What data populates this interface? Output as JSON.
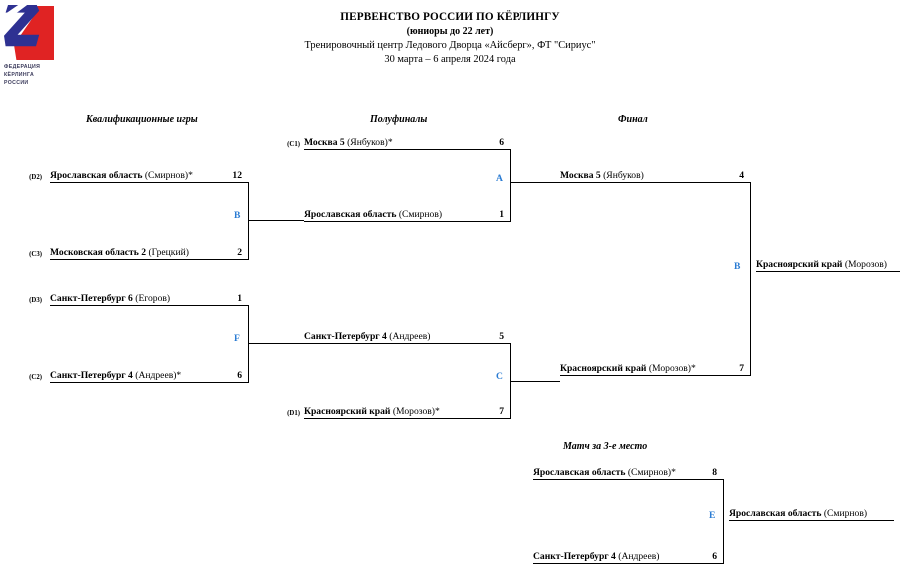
{
  "logo": {
    "line1": "ФЕДЕРАЦИЯ",
    "line2": "КЁРЛИНГА",
    "line3": "РОССИИ",
    "colors": {
      "blue": "#2e3192",
      "red": "#e02323"
    }
  },
  "header": {
    "title": "ПЕРВЕНСТВО РОССИИ ПО КЁРЛИНГУ",
    "subtitle": "(юниоры до 22 лет)",
    "venue": "Тренировочный центр Ледового Дворца «Айсберг», ФТ \"Сириус\"",
    "dates": "30 марта – 6 апреля 2024 года"
  },
  "rounds": {
    "qualification": "Квалификационные игры",
    "semifinals": "Полуфиналы",
    "final": "Финал",
    "third_place": "Матч за 3-е место"
  },
  "accent_color": "#2b7cd3",
  "matches": {
    "B": {
      "letter": "B",
      "top": {
        "seed": "(D2)",
        "team": "Ярославская область",
        "skip": "(Смирнов)*",
        "score": "12"
      },
      "bottom": {
        "seed": "(C3)",
        "team": "Московская область 2",
        "skip": "(Грецкий)",
        "score": "2"
      }
    },
    "F": {
      "letter": "F",
      "top": {
        "seed": "(D3)",
        "team": "Санкт-Петербург 6",
        "skip": "(Егоров)",
        "score": "1"
      },
      "bottom": {
        "seed": "(C2)",
        "team": "Санкт-Петербург 4",
        "skip": "(Андреев)*",
        "score": "6"
      }
    },
    "A": {
      "letter": "A",
      "top": {
        "seed": "(C1)",
        "team": "Москва 5",
        "skip": "(Янбуков)*",
        "score": "6"
      },
      "bottom": {
        "seed": "",
        "team": "Ярославская область",
        "skip": "(Смирнов)",
        "score": "1"
      }
    },
    "C": {
      "letter": "C",
      "top": {
        "seed": "",
        "team": "Санкт-Петербург 4",
        "skip": "(Андреев)",
        "score": "5"
      },
      "bottom": {
        "seed": "(D1)",
        "team": "Красноярский край",
        "skip": "(Морозов)*",
        "score": "7"
      }
    },
    "D": {
      "letter": "B",
      "top": {
        "seed": "",
        "team": "Москва 5",
        "skip": "(Янбуков)",
        "score": "4"
      },
      "bottom": {
        "seed": "",
        "team": "Красноярский край",
        "skip": "(Морозов)*",
        "score": "7"
      },
      "winner": {
        "team": "Красноярский край",
        "skip": "(Морозов)"
      }
    },
    "E": {
      "letter": "E",
      "top": {
        "seed": "",
        "team": "Ярославская область",
        "skip": "(Смирнов)*",
        "score": "8"
      },
      "bottom": {
        "seed": "",
        "team": "Санкт-Петербург 4",
        "skip": "(Андреев)",
        "score": "6"
      },
      "winner": {
        "team": "Ярославская область",
        "skip": "(Смирнов)"
      }
    }
  }
}
